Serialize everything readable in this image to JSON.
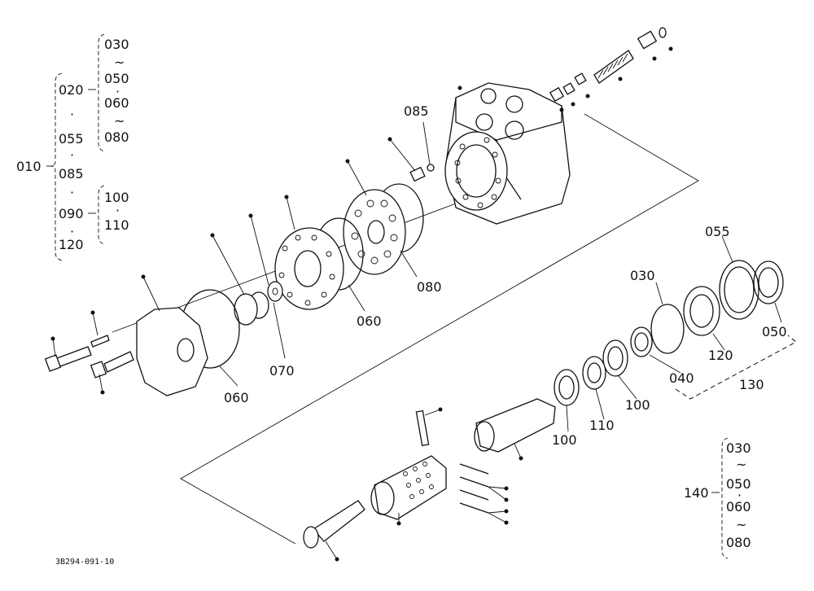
{
  "figure_code": "3B294-091-10",
  "labels": {
    "l010": "010",
    "l020": "020",
    "l055a": "055",
    "l085a": "085",
    "l090": "090",
    "l120a": "120",
    "l030a": "030",
    "l050a": "050",
    "l060a": "060",
    "l080a": "080",
    "l100a": "100",
    "l110a": "110",
    "l085": "085",
    "l080": "080",
    "l060b": "060",
    "l070": "070",
    "l060c": "060",
    "l055": "055",
    "l030": "030",
    "l050": "050",
    "l120": "120",
    "l040": "040",
    "l130": "130",
    "l100b": "100",
    "l110b": "110",
    "l100c": "100",
    "l140": "140",
    "l030c": "030",
    "l050c": "050",
    "l060d": "060",
    "l080d": "080"
  },
  "glyphs": {
    "tilde": "~",
    "dot": "·"
  }
}
